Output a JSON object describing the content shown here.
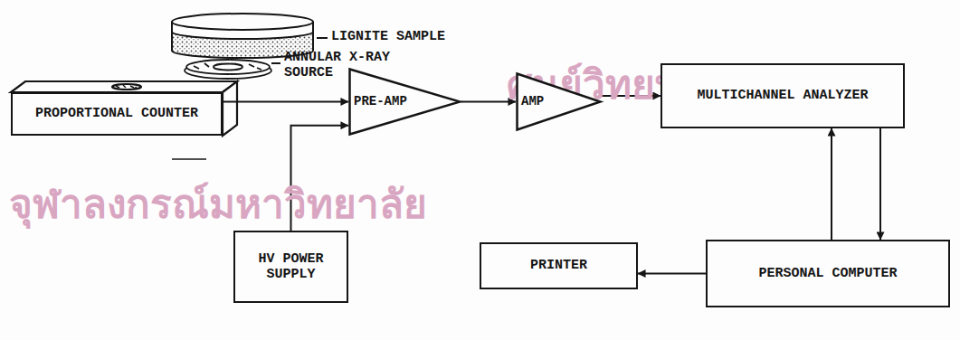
{
  "diagram": {
    "nodes": [
      {
        "text": [
          "PROPORTIONAL COUNTER"
        ]
      },
      {
        "text": [
          "PRE-AMP"
        ]
      },
      {
        "text": [
          "AMP"
        ]
      },
      {
        "text": [
          "MULTICHANNEL ANALYZER"
        ]
      },
      {
        "text": [
          "HV POWER SUPPLY"
        ]
      },
      {
        "text": [
          "PRINTER"
        ]
      },
      {
        "text": [
          "PERSONAL COMPUTER"
        ]
      }
    ],
    "edges": [
      {
        "from": 0,
        "to": 1,
        "arrow": "to"
      },
      {
        "from": 4,
        "to": 1,
        "arrow": "to"
      },
      {
        "from": 1,
        "to": 2,
        "arrow": "to"
      },
      {
        "from": 2,
        "to": 3,
        "arrow": "to"
      },
      {
        "from": 3,
        "to": 6,
        "arrow": "to"
      },
      {
        "from": 6,
        "to": 3,
        "arrow": "to"
      },
      {
        "from": 6,
        "to": 5,
        "arrow": "to"
      }
    ],
    "labels": [
      "LIGNITE SAMPLE",
      "ANNULAR X-RAY SOURCE",
      "ศูนย์วิทยทรัพยากร",
      "จุฬาลงกรณ์มหาวิทยาลัย"
    ]
  }
}
